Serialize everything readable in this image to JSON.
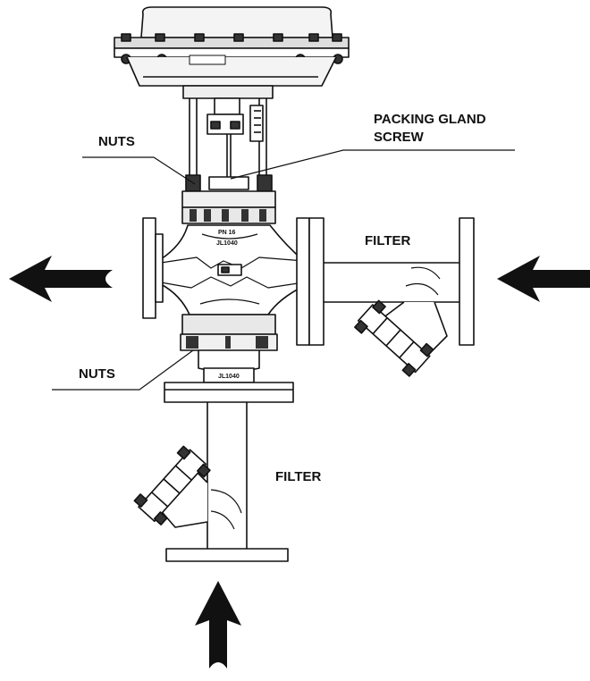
{
  "labels": {
    "nuts_top": "NUTS",
    "packing_gland_line1": "PACKING GLAND",
    "packing_gland_line2": "SCREW",
    "filter_right": "FILTER",
    "nuts_bottom": "NUTS",
    "filter_bottom": "FILTER"
  },
  "body_markings": {
    "pn": "PN 16",
    "upper_casting": "JL1040",
    "lower_casting": "JL1040"
  },
  "flow_arrows": [
    "outlet-left",
    "inlet-right",
    "inlet-bottom"
  ],
  "colors": {
    "line": "#111111",
    "arrow": "#111111",
    "background": "#ffffff"
  }
}
